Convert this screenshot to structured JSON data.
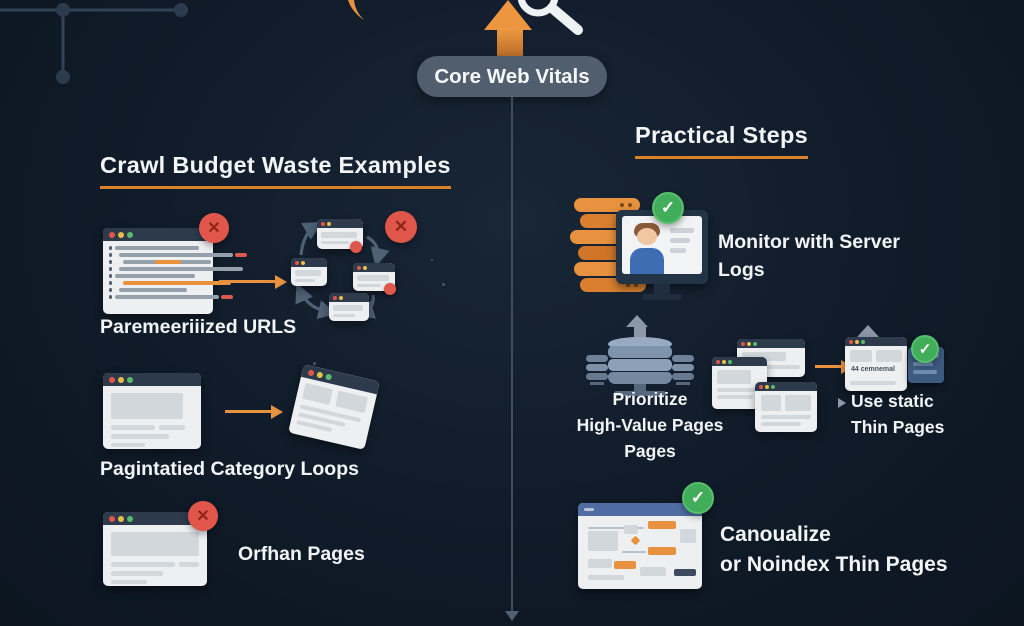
{
  "banner": {
    "label": "Core Web Vitals"
  },
  "icons": {
    "cross": "✕",
    "check": "✓"
  },
  "left": {
    "heading": "Crawl Budget Waste Examples",
    "items": [
      {
        "label": "Paremeeriiized URLS"
      },
      {
        "label": "Pagintatied Category Loops"
      },
      {
        "label": "Orfhan Pages"
      }
    ]
  },
  "right": {
    "heading": "Practical Steps",
    "items": [
      {
        "label": "Monitor with Server Logs"
      },
      {
        "lines": [
          "Prioritize",
          "High-Value Pages",
          "Pages"
        ]
      },
      {
        "lines": [
          "Use static",
          "Thin Pages"
        ],
        "caption": "44 cemnemal"
      },
      {
        "lines": [
          "Canoualize",
          "or Noindex Thin Pages"
        ]
      }
    ]
  },
  "colors": {
    "accent_orange": "#e8913f",
    "underline_orange": "#d9822b",
    "error_red": "#e0564a",
    "success_green": "#41ad5a",
    "pill_bg": "#515e6d",
    "divider": "#3d4e61",
    "text": "#f2f4f6"
  }
}
